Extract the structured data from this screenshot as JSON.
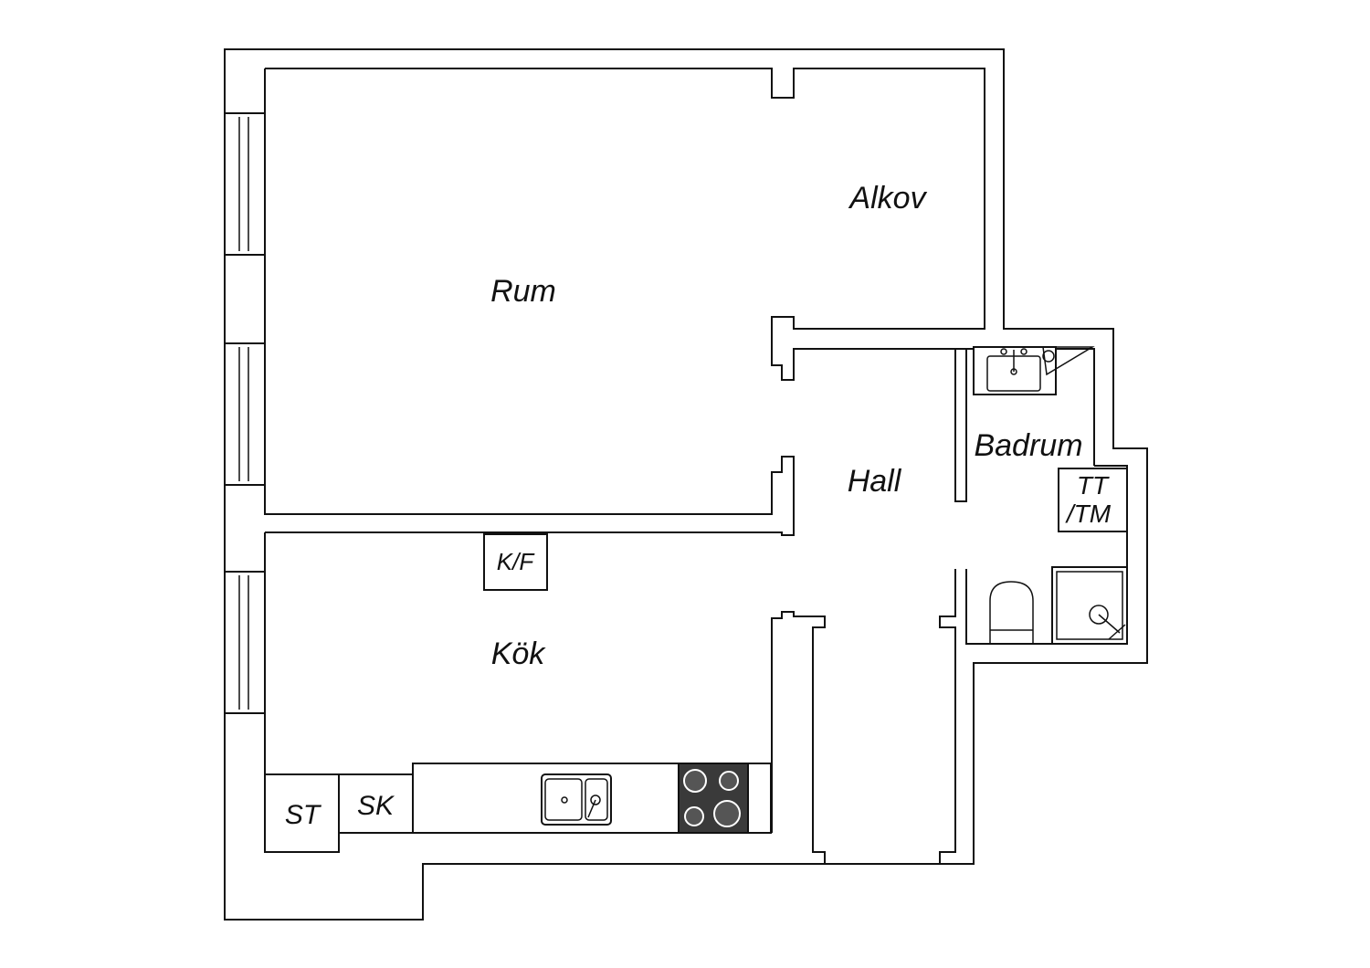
{
  "floorplan": {
    "rooms": [
      {
        "id": "rum",
        "label": "Rum"
      },
      {
        "id": "alkov",
        "label": "Alkov"
      },
      {
        "id": "hall",
        "label": "Hall"
      },
      {
        "id": "badrum",
        "label": "Badrum"
      },
      {
        "id": "kok",
        "label": "Kök"
      }
    ],
    "fixtures": {
      "kf": "K/F",
      "st": "ST",
      "sk": "SK",
      "tt_line1": "TT",
      "tt_line2": "/TM"
    },
    "colors": {
      "line": "#111111",
      "background": "#ffffff",
      "stove": "#3a3a3a"
    }
  }
}
